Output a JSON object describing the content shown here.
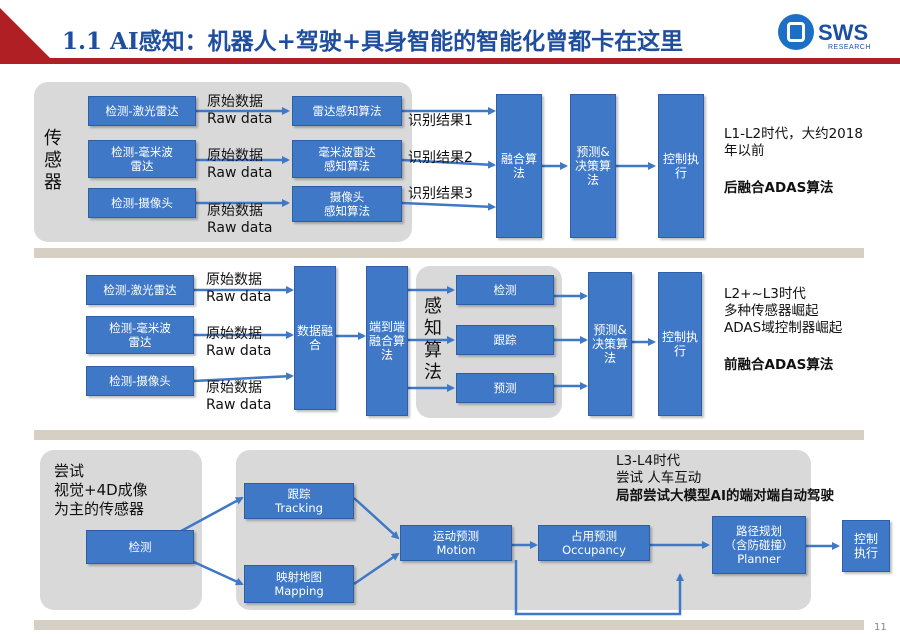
{
  "title": "1.1 AI感知：机器人+驾驶+具身智能的智能化曾都卡在这里",
  "logo": {
    "text": "SWS",
    "sub": "RESEARCH"
  },
  "row1": {
    "side_label": "传\n感\n器",
    "sensors": [
      "检测-激光雷达",
      "检测-毫米波\n雷达",
      "检测-摄像头"
    ],
    "raw": "原始数据\nRaw data",
    "algos": [
      "雷达感知算法",
      "毫米波雷达\n感知算法",
      "摄像头\n感知算法"
    ],
    "results": [
      "识别结果1",
      "识别结果2",
      "识别结果3"
    ],
    "fusion": "融合算法",
    "predict": "预测&决策算法",
    "control": "控制执行",
    "note": "L1-L2时代，大约2018\n年以前",
    "note_bold": "后融合ADAS算法"
  },
  "row2": {
    "sensors": [
      "检测-激光雷达",
      "检测-毫米波\n雷达",
      "检测-摄像头"
    ],
    "raw": "原始数据\nRaw data",
    "data_fusion": "数据融合",
    "e2e": "端到端融合算法",
    "perception_label": "感\n知\n算\n法",
    "tasks": [
      "检测",
      "跟踪",
      "预测"
    ],
    "predict": "预测&决策算法",
    "control": "控制执行",
    "note": "L2+~L3时代\n多种传感器崛起\nADAS域控制器崛起",
    "note_bold": "前融合ADAS算法"
  },
  "row3": {
    "side_label": "尝试\n视觉+4D成像\n为主的传感器",
    "detect": "检测",
    "tracking": "跟踪\nTracking",
    "mapping": "映射地图\nMapping",
    "motion": "运动预测\nMotion",
    "occupancy": "占用预测\nOccupancy",
    "planner": "路径规划\n（含防碰撞）\nPlanner",
    "control": "控制\n执行",
    "note": "L3-L4时代\n尝试 人车互动",
    "note_bold": "局部尝试大模型AI的端对端自动驾驶"
  },
  "colors": {
    "box": "#3f78c6",
    "arrow": "#3f78c6",
    "grey": "#d9d9d9",
    "title": "#1f4e9e",
    "red": "#b01f24"
  },
  "page_number": "11"
}
